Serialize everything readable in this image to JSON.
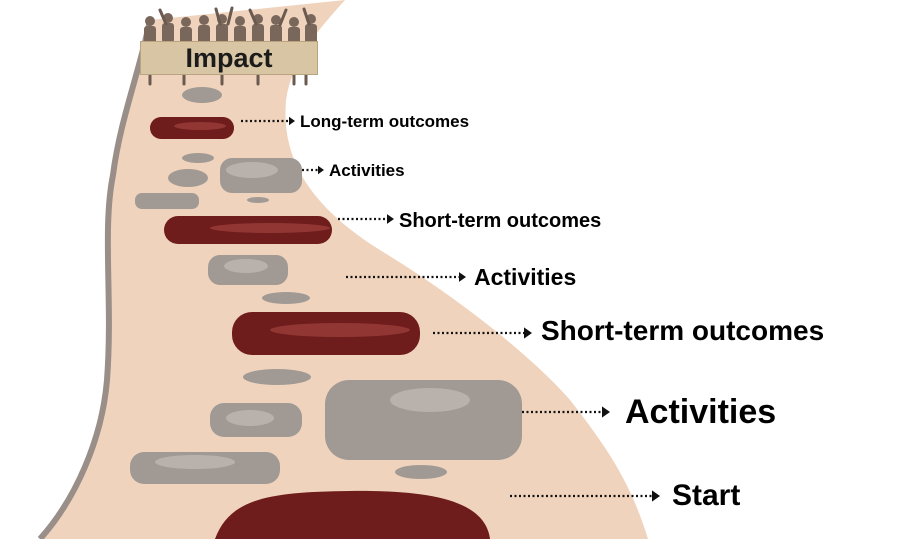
{
  "banner": {
    "text": "Impact"
  },
  "steps": [
    {
      "label": "Long-term outcomes"
    },
    {
      "label": "Activities"
    },
    {
      "label": "Short-term outcomes"
    },
    {
      "label": "Activities"
    },
    {
      "label": "Short-term outcomes"
    },
    {
      "label": "Activities"
    },
    {
      "label": "Start"
    }
  ],
  "colors": {
    "path": "#f0d3bc",
    "path_edge": "#9a8f88",
    "stone": "#a19a94",
    "stone_light": "#bfb7b0",
    "outcome_stone": "#6e1c1c",
    "outcome_stone_light": "#a0423d",
    "arrow": "#111111"
  }
}
